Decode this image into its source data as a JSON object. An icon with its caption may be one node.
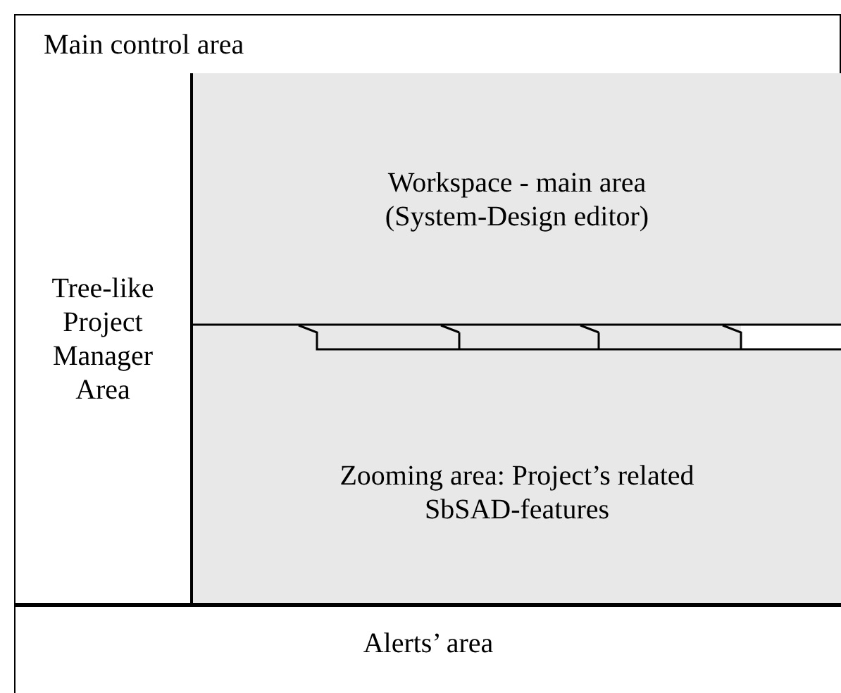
{
  "diagram": {
    "nodes": [
      {
        "text": [
          "Main control area"
        ]
      },
      {
        "text": [
          "Tree-like Project Manager Area"
        ]
      },
      {
        "text": [
          "Workspace - main area (System-Design editor)"
        ]
      },
      {
        "text": [
          "Zooming area: Project’s related SbSAD-features"
        ]
      },
      {
        "text": [
          "Alerts’ area"
        ]
      }
    ]
  }
}
